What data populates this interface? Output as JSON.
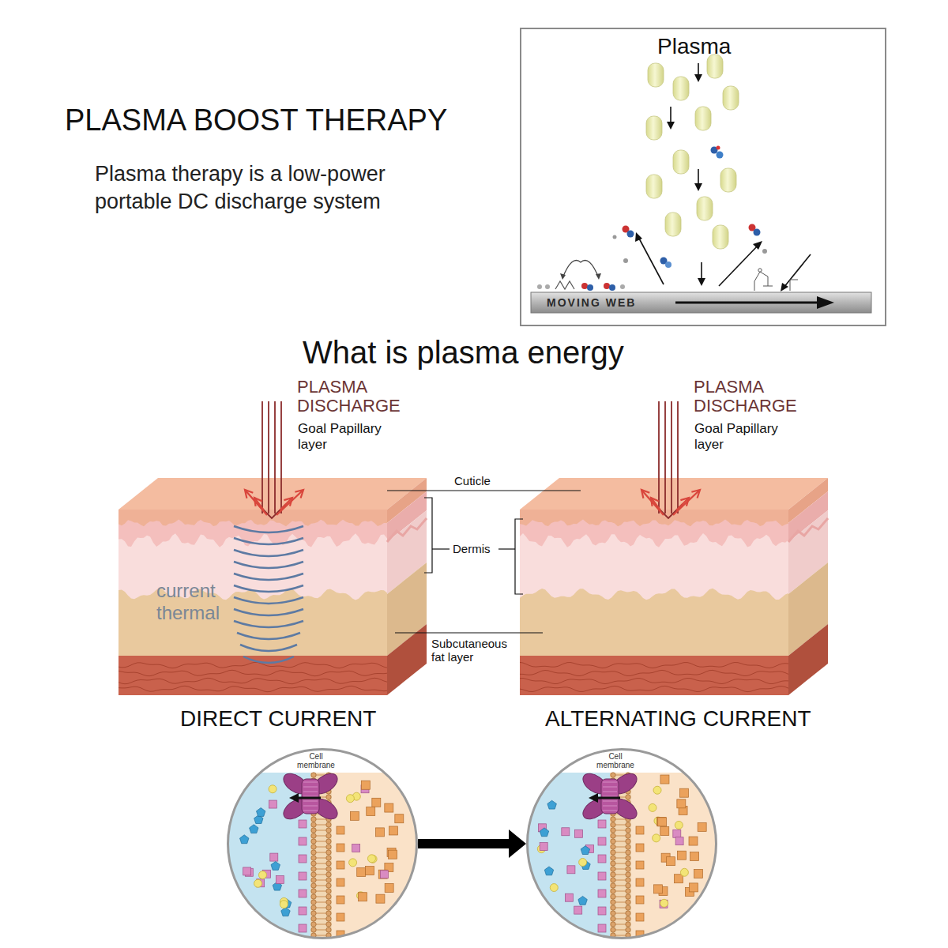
{
  "diagram": {
    "title": "PLASMA BOOST THERAPY",
    "nodes": [
      {
        "text": [
          "Plasma",
          "MOVING WEB"
        ]
      },
      {
        "text": [
          "Cell membrane"
        ]
      },
      {
        "text": [
          "Cell membrane"
        ]
      }
    ],
    "edges": [
      {
        "from": 1,
        "to": 2,
        "arrow": "to"
      }
    ],
    "labels": [
      "Plasma therapy is a low-power portable DC discharge system",
      "What is plasma energy",
      "PLASMA DISCHARGE",
      "Goal Papillary layer",
      "PLASMA DISCHARGE",
      "Goal Papillary layer",
      "Cuticle",
      "Dermis",
      "Subcutaneous fat layer",
      "current thermal",
      "DIRECT CURRENT",
      "ALTERNATING CURRENT"
    ]
  }
}
